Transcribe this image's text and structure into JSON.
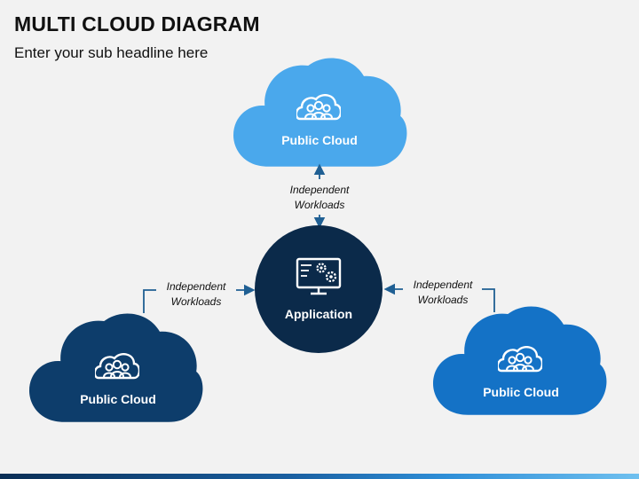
{
  "header": {
    "title": "MULTI CLOUD DIAGRAM",
    "subtitle": "Enter your sub headline here"
  },
  "diagram": {
    "center": {
      "label": "Application",
      "icon": "monitor-gears-icon",
      "color": "#0b2a4a"
    },
    "clouds": [
      {
        "id": "top",
        "label": "Public Cloud",
        "icon": "users-cloud-icon",
        "color": "#4aa8ec"
      },
      {
        "id": "left",
        "label": "Public Cloud",
        "icon": "users-cloud-icon",
        "color": "#0d3d6b"
      },
      {
        "id": "right",
        "label": "Public Cloud",
        "icon": "users-cloud-icon",
        "color": "#1472c6"
      }
    ],
    "connectors": [
      {
        "id": "top",
        "line1": "Independent",
        "line2": "Workloads"
      },
      {
        "id": "left",
        "line1": "Independent",
        "line2": "Workloads"
      },
      {
        "id": "right",
        "line1": "Independent",
        "line2": "Workloads"
      }
    ],
    "line_color": "#1f5f93"
  }
}
